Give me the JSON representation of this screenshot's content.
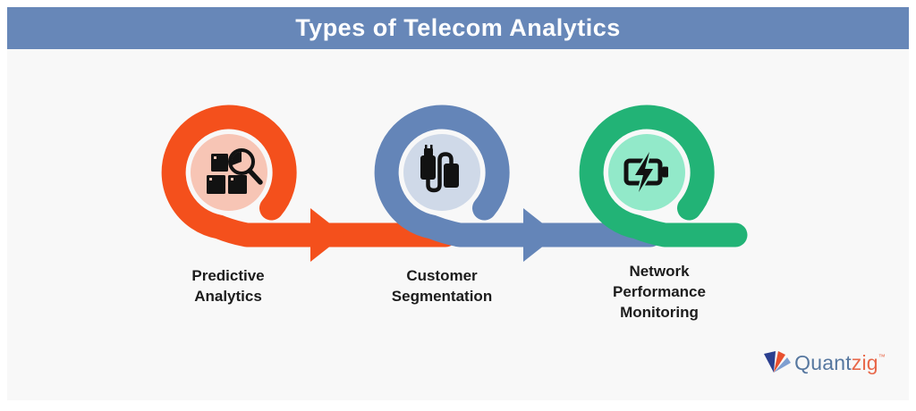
{
  "header": {
    "title": "Types of Telecom Analytics",
    "bg_color": "#6787b8"
  },
  "items": [
    {
      "label": "Predictive Analytics",
      "icon": "analytics-search-icon",
      "loop_color": "#f4501c",
      "inner_color": "#f7c5b5"
    },
    {
      "label": "Customer Segmentation",
      "icon": "usb-cable-icon",
      "loop_color": "#6485b8",
      "inner_color": "#cfd9e8"
    },
    {
      "label": "Network Performance Monitoring",
      "icon": "battery-charging-icon",
      "loop_color": "#22b376",
      "inner_color": "#92e9c9"
    }
  ],
  "brand": {
    "prefix": "Quant",
    "suffix": "zig",
    "trademark": "™",
    "prefix_color": "#56779f",
    "suffix_color": "#e8684a",
    "mark_colors": {
      "navy": "#2b3f8f",
      "orange": "#e8502f",
      "light_blue": "#7f9fd0"
    }
  }
}
